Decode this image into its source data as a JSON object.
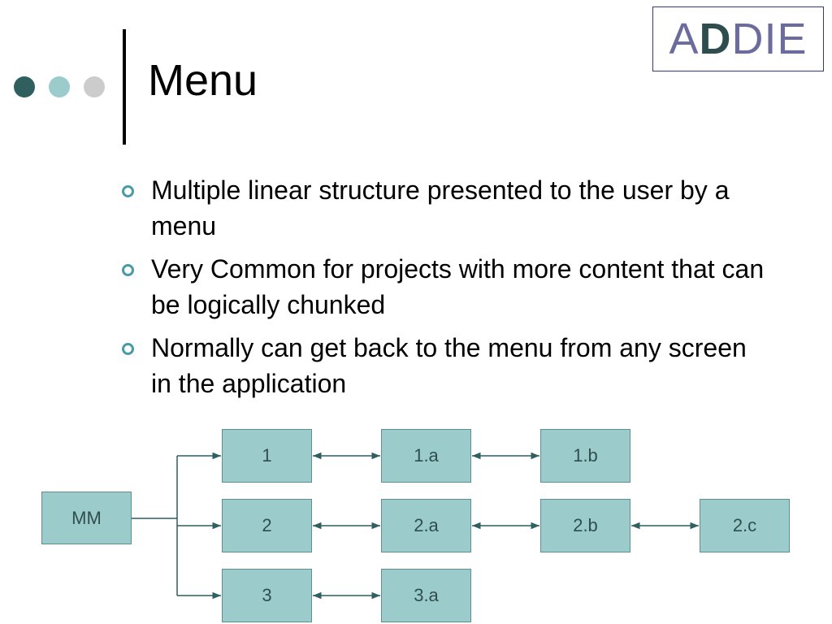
{
  "slide": {
    "title": "Menu",
    "logo": {
      "part1": "A",
      "part2": "D",
      "part3": "DIE"
    },
    "dot_colors": [
      "#2f5f5f",
      "#9ccbcb",
      "#cccccc"
    ],
    "accent": "#9ccbcb",
    "bullets": [
      "Multiple linear structure presented to the user by a menu",
      "Very Common for projects with more content that can be logically chunked",
      "Normally can get back to the menu from any screen in the application"
    ]
  },
  "diagram": {
    "root": "MM",
    "rows": [
      [
        "1",
        "1.a",
        "1.b"
      ],
      [
        "2",
        "2.a",
        "2.b",
        "2.c"
      ],
      [
        "3",
        "3.a"
      ]
    ]
  }
}
